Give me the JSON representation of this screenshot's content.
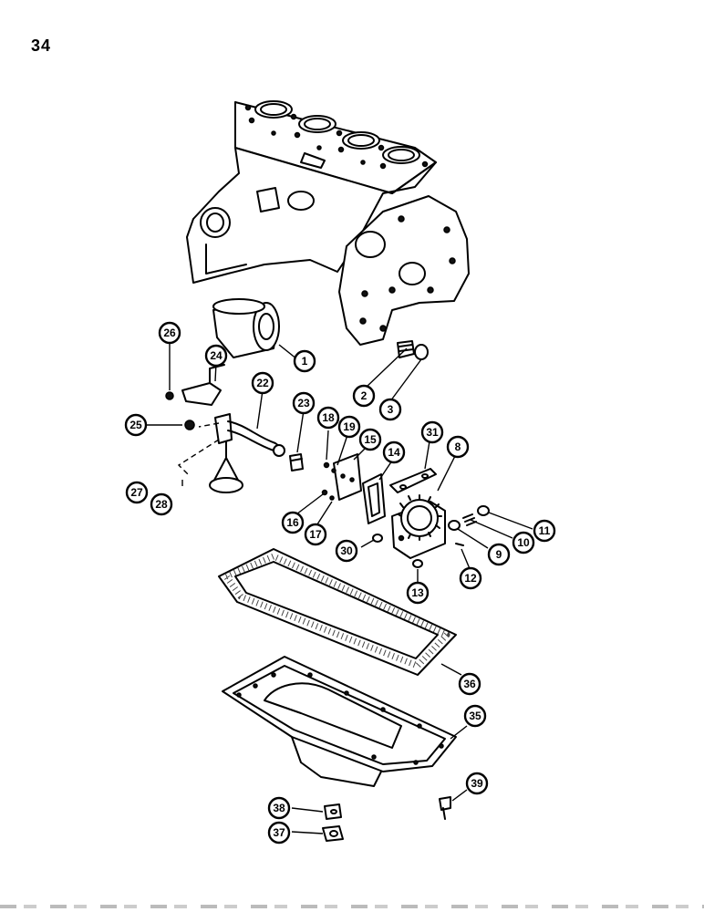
{
  "page": {
    "number": "34"
  },
  "callouts": [
    {
      "id": "c1",
      "label": "1"
    },
    {
      "id": "c2",
      "label": "2"
    },
    {
      "id": "c3",
      "label": "3"
    },
    {
      "id": "c8",
      "label": "8"
    },
    {
      "id": "c9",
      "label": "9"
    },
    {
      "id": "c10",
      "label": "10"
    },
    {
      "id": "c11",
      "label": "11"
    },
    {
      "id": "c12",
      "label": "12"
    },
    {
      "id": "c13",
      "label": "13"
    },
    {
      "id": "c14",
      "label": "14"
    },
    {
      "id": "c15",
      "label": "15"
    },
    {
      "id": "c16",
      "label": "16"
    },
    {
      "id": "c17",
      "label": "17"
    },
    {
      "id": "c18",
      "label": "18"
    },
    {
      "id": "c19",
      "label": "19"
    },
    {
      "id": "c22",
      "label": "22"
    },
    {
      "id": "c23",
      "label": "23"
    },
    {
      "id": "c24",
      "label": "24"
    },
    {
      "id": "c25",
      "label": "25"
    },
    {
      "id": "c26",
      "label": "26"
    },
    {
      "id": "c27",
      "label": "27"
    },
    {
      "id": "c28",
      "label": "28"
    },
    {
      "id": "c30",
      "label": "30"
    },
    {
      "id": "c31",
      "label": "31"
    },
    {
      "id": "c35",
      "label": "35"
    },
    {
      "id": "c36",
      "label": "36"
    },
    {
      "id": "c37",
      "label": "37"
    },
    {
      "id": "c38",
      "label": "38"
    },
    {
      "id": "c39",
      "label": "39"
    }
  ]
}
